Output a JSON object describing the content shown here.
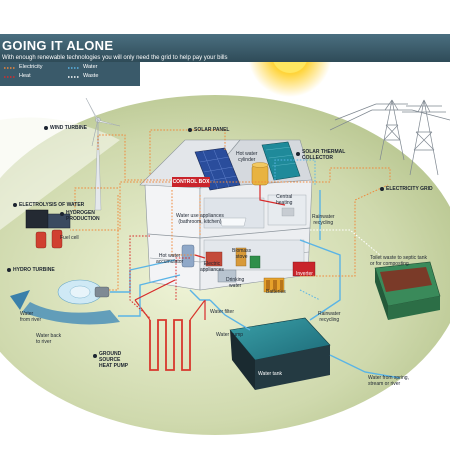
{
  "header": {
    "title": "GOING IT ALONE",
    "subtitle": "With enough renewable technologies you will only need the grid to help pay your bills"
  },
  "legend": {
    "items": [
      {
        "label": "Electricity",
        "color": "#f0883a",
        "style": "dotted"
      },
      {
        "label": "Water",
        "color": "#5ab4e6",
        "style": "dotted"
      },
      {
        "label": "Heat",
        "color": "#d82a2a",
        "style": "dotted"
      },
      {
        "label": "Waste",
        "color": "#ffffff",
        "style": "dotted"
      }
    ]
  },
  "callouts": {
    "wind_turbine": "WIND TURBINE",
    "solar_panel": "SOLAR PANEL",
    "solar_thermal": "SOLAR THERMAL\nCOLLECTOR",
    "electricity_grid": "ELECTRICITY GRID",
    "electrolysis": "ELECTROLYSIS OF WATER",
    "hydrogen": "HYDROGEN\nPRODUCTION",
    "hydro_turbine": "HYDRO TURBINE",
    "ground_source": "GROUND\nSOURCE\nHEAT PUMP"
  },
  "labels": {
    "hot_water_cylinder": "Hot water\ncylinder",
    "control_box": "CONTROL BOX",
    "central_heating": "Central\nheating",
    "rainwater_recycling_top": "Rainwater\nrecycling",
    "water_use_appliances": "Water use appliances\n(bathroom, kitchen)",
    "hot_water_accumulator": "Hot water\naccumulator",
    "electric_appliances": "Electric\nappliances",
    "biomass_stove": "Biomass\nstove",
    "drinking_water": "Drinking\nwater",
    "inverter": "Inverter",
    "batteries": "Batteries",
    "water_filter": "Water filter",
    "water_pump": "Water pump",
    "rainwater_recycling_bottom": "Rainwater\nrecycling",
    "fuel_cell": "Fuel cell",
    "water_from_river": "Water\nfrom river",
    "water_back_to_river": "Water back\nto river",
    "water_tank": "Water tank",
    "toilet_waste": "Toilet waste to septic tank\nor for composting",
    "water_from_spring": "Water from spring,\nstream or river"
  },
  "colors": {
    "header_bg": "#3a5a6a",
    "electricity": "#f0883a",
    "water": "#5ab4e6",
    "heat": "#d82a2a",
    "control_box": "#c9242b",
    "ground": "#cfd9b0",
    "sun": "#ffd43a"
  }
}
